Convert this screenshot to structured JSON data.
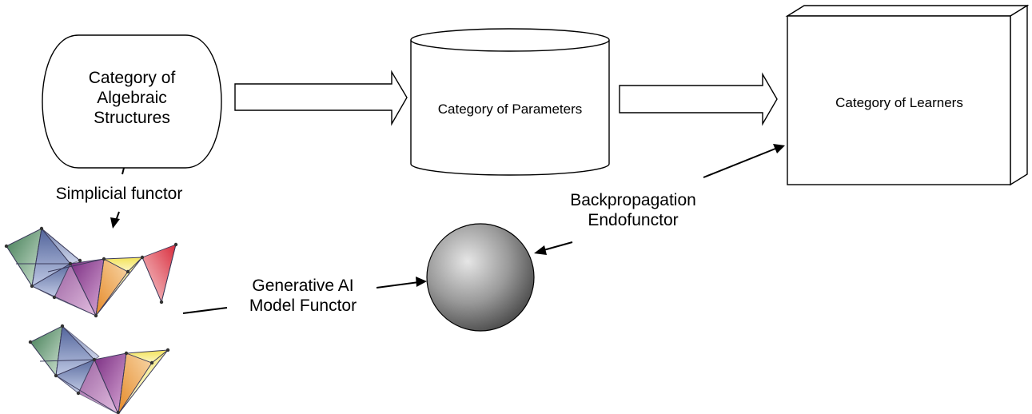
{
  "nodes": {
    "algebraic": {
      "line1": "Category of",
      "line2": "Algebraic",
      "line3": "Structures"
    },
    "parameters": {
      "label": "Category of Parameters"
    },
    "learners": {
      "label": "Category of Learners"
    }
  },
  "edges": {
    "simplicial": {
      "label": "Simplicial functor"
    },
    "generative": {
      "line1": "Generative AI",
      "line2": "Model Functor"
    },
    "backprop": {
      "line1": "Backpropagation",
      "line2": "Endofunctor"
    }
  },
  "colors": {
    "stroke": "#000000",
    "green": "#4e8a5e",
    "blue": "#5d6fa8",
    "purple": "#8a3f8e",
    "orange": "#e79a3c",
    "yellow": "#f3e86a",
    "red": "#e2434d",
    "sphere_light": "#e6e6e6",
    "sphere_dark": "#4a4a4a"
  },
  "icons": [
    "cylinder",
    "3d-box",
    "sphere",
    "block-arrow",
    "simplicial-complex"
  ]
}
